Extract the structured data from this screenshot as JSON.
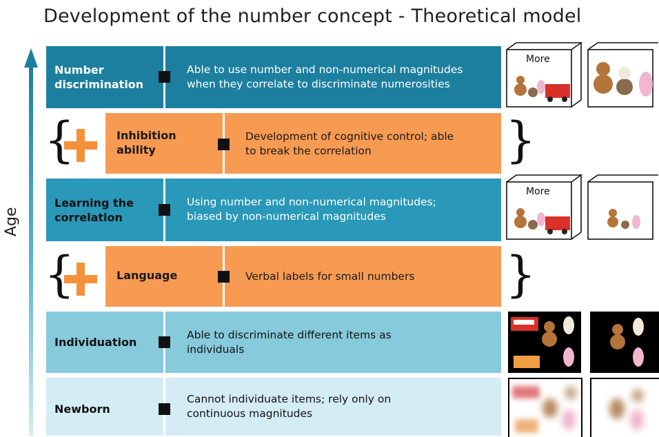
{
  "title": "Development of the number concept - Theoretical model",
  "axis_label": "Age",
  "rows": [
    {
      "label_line1": "Number",
      "label_line2": "discrimination",
      "desc_line1": "Able to use number and non-numerical magnitudes",
      "desc_line2": "when they correlate to discriminate numerosities",
      "color": "#1d7f9f"
    },
    {
      "label_line1": "Inhibition",
      "label_line2": "ability",
      "desc_line1": "Development of cognitive control; able",
      "desc_line2": "to break the correlation",
      "color": "#f79a52"
    },
    {
      "label_line1": "Learning the",
      "label_line2": "correlation",
      "desc_line1": "Using number and non-numerical magnitudes;",
      "desc_line2": "biased by non-numerical magnitudes",
      "color": "#2a98b8"
    },
    {
      "label_line1": "Language",
      "desc_line1": "Verbal labels for small numbers",
      "color": "#f79a52"
    },
    {
      "label_line1": "Individuation",
      "desc_line1": "Able to discriminate different items as",
      "desc_line2": "individuals",
      "color": "#86cadc"
    },
    {
      "label_line1": "Newborn",
      "desc_line1": "Cannot individuate items; rely only on",
      "desc_line2": "continuous magnitudes",
      "color": "#d4ecf3"
    }
  ],
  "illustrations": {
    "more_label": "More",
    "icons": [
      "teddy-bear-icon",
      "puppy-icon",
      "bunny-icon",
      "fire-truck-icon",
      "bus-icon",
      "dump-truck-icon"
    ]
  },
  "colors": {
    "teal_dark": "#1d7f9f",
    "teal": "#2a98b8",
    "teal_light": "#86cadc",
    "teal_pale": "#d4ecf3",
    "orange": "#f79a52",
    "plus_orange": "#f4923c"
  }
}
